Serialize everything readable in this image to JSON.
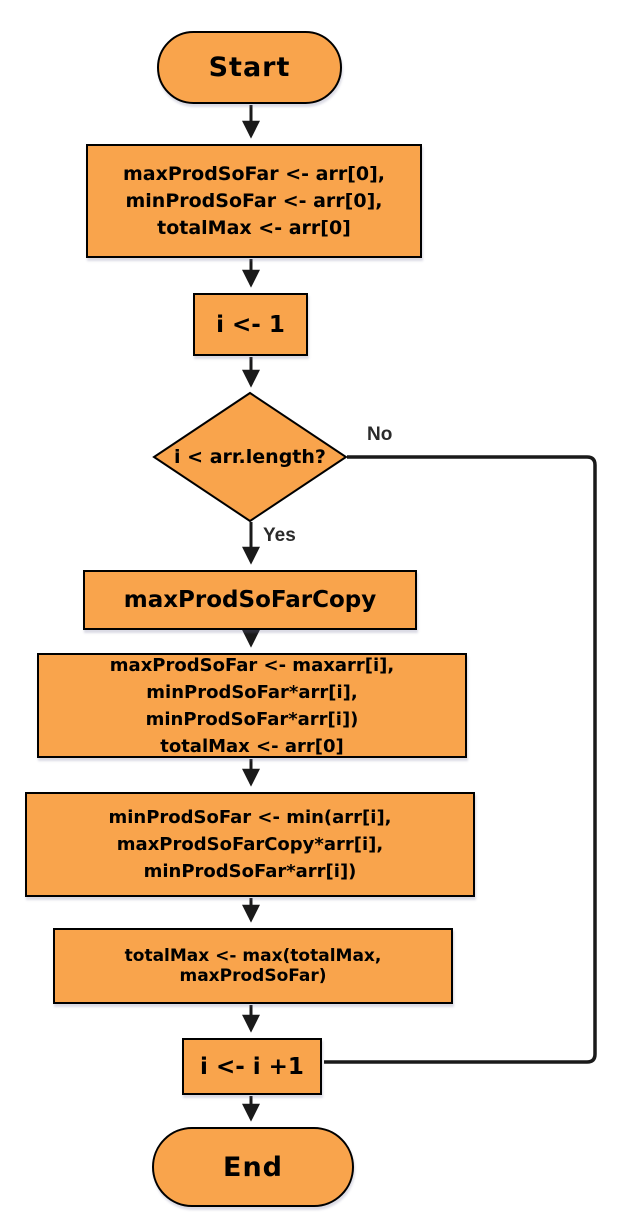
{
  "diagram": {
    "title": "max product subarray flowchart",
    "colors": {
      "node_fill": "#F9A44C",
      "node_border": "#000000",
      "connector_line": "#1a1a1a",
      "node_text": "#000000",
      "edge_label_text": "#2b2b2b",
      "background": "#ffffff"
    },
    "nodes": {
      "start": {
        "type": "terminator",
        "label": "Start"
      },
      "init": {
        "type": "process",
        "lines": [
          "maxProdSoFar <- arr[0],",
          "minProdSoFar <- arr[0],",
          "totalMax <- arr[0]"
        ]
      },
      "set_i": {
        "type": "process",
        "label": "i <- 1"
      },
      "loop_check": {
        "type": "decision",
        "label": "i < arr.length?"
      },
      "copy": {
        "type": "process",
        "label": "maxProdSoFarCopy"
      },
      "update_max": {
        "type": "process",
        "lines": [
          "maxProdSoFar <- maxarr[i],",
          "minProdSoFar*arr[i], minProdSoFar*arr[i])",
          "totalMax <- arr[0]"
        ]
      },
      "update_min": {
        "type": "process",
        "lines": [
          "minProdSoFar <- min(arr[i],",
          "maxProdSoFarCopy*arr[i], minProdSoFar*arr[i])"
        ]
      },
      "update_total": {
        "type": "process",
        "label": "totalMax <- max(totalMax, maxProdSoFar)"
      },
      "increment": {
        "type": "process",
        "label": "i <- i +1"
      },
      "end": {
        "type": "terminator",
        "label": "End"
      }
    },
    "edge_labels": {
      "yes": "Yes",
      "no": "No"
    }
  }
}
